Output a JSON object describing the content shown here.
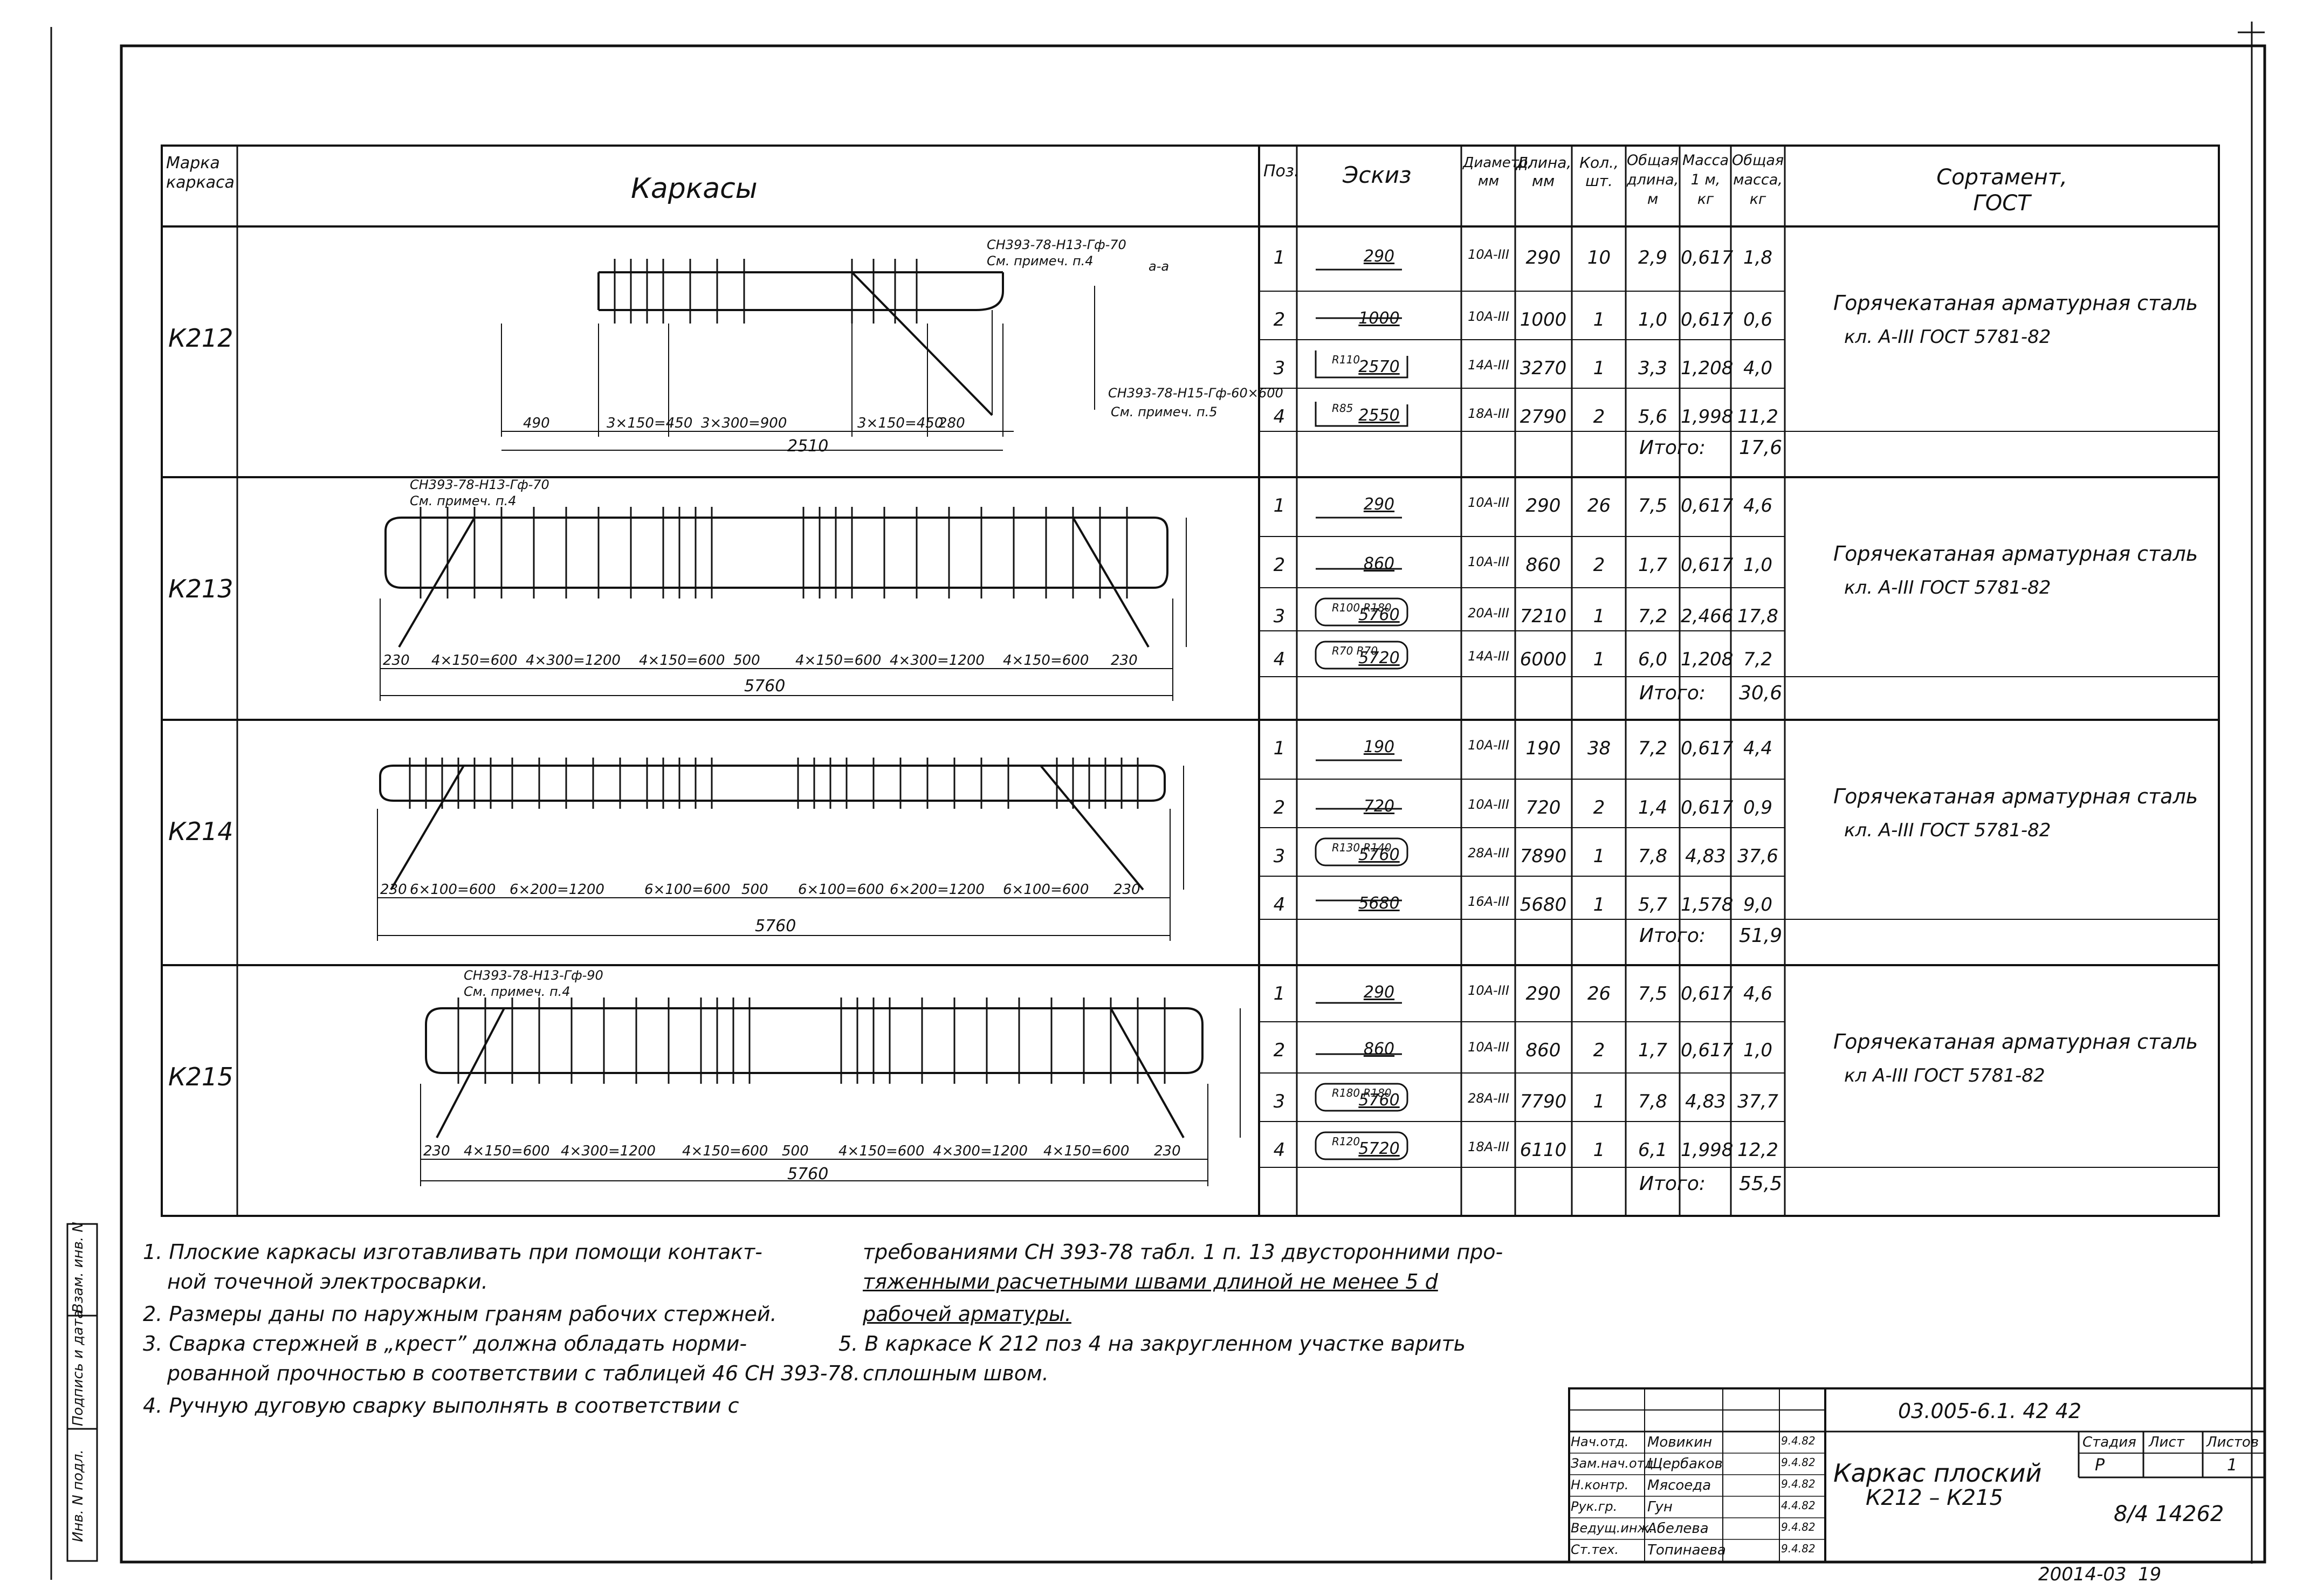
{
  "header": {
    "col_mark": [
      "Марка",
      "каркаса"
    ],
    "col_frames": "Каркасы",
    "col_pos": "Поз.",
    "col_sketch": "Эскиз",
    "col_diam": [
      "Диаметр,",
      "мм"
    ],
    "col_len": [
      "Длина,",
      "мм"
    ],
    "col_qty": [
      "Кол.,",
      "шт."
    ],
    "col_total_len": [
      "Общая",
      "длина,",
      "м"
    ],
    "col_mass": [
      "Масса",
      "1 м,",
      "кг"
    ],
    "col_total_mass": [
      "Общая",
      "масса,",
      "кг"
    ],
    "col_gost": [
      "Сортамент,",
      "ГОСТ"
    ]
  },
  "frames": [
    {
      "mark": "К212",
      "rows": [
        {
          "pos": "1",
          "sketch": "290",
          "diam": "10А-III",
          "len": "290",
          "qty": "10",
          "tl": "2,9",
          "m": "0,617",
          "tm": "1,8"
        },
        {
          "pos": "2",
          "sketch": "1000",
          "diam": "10А-III",
          "len": "1000",
          "qty": "1",
          "tl": "1,0",
          "m": "0,617",
          "tm": "0,6"
        },
        {
          "pos": "3",
          "sketch": "2570",
          "diam": "14А-III",
          "len": "3270",
          "qty": "1",
          "tl": "3,3",
          "m": "1,208",
          "tm": "4,0"
        },
        {
          "pos": "4",
          "sketch": "2550",
          "diam": "18А-III",
          "len": "2790",
          "qty": "2",
          "tl": "5,6",
          "m": "1,998",
          "tm": "11,2"
        }
      ],
      "total_label": "Итого:",
      "total": "17,6",
      "gost": [
        "Горячекатаная арматурная сталь",
        "кл. А-III ГОСТ 5781-82"
      ],
      "dims": [
        "490",
        "3×150=450",
        "3×300=900",
        "3×150=450",
        "280"
      ],
      "overall": "2510",
      "callouts": [
        "СН393-78-Н13-Гф-70",
        "См. примеч. п.4",
        "СН393-78-Н15-Гф-60×600",
        "См. примеч. п.5",
        "а-а"
      ],
      "sketch_notes": [
        "R110",
        "R85"
      ]
    },
    {
      "mark": "К213",
      "rows": [
        {
          "pos": "1",
          "sketch": "290",
          "diam": "10А-III",
          "len": "290",
          "qty": "26",
          "tl": "7,5",
          "m": "0,617",
          "tm": "4,6"
        },
        {
          "pos": "2",
          "sketch": "860",
          "diam": "10А-III",
          "len": "860",
          "qty": "2",
          "tl": "1,7",
          "m": "0,617",
          "tm": "1,0"
        },
        {
          "pos": "3",
          "sketch": "5760",
          "diam": "20А-III",
          "len": "7210",
          "qty": "1",
          "tl": "7,2",
          "m": "2,466",
          "tm": "17,8"
        },
        {
          "pos": "4",
          "sketch": "5720",
          "diam": "14А-III",
          "len": "6000",
          "qty": "1",
          "tl": "6,0",
          "m": "1,208",
          "tm": "7,2"
        }
      ],
      "total_label": "Итого:",
      "total": "30,6",
      "gost": [
        "Горячекатаная арматурная сталь",
        "кл. А-III ГОСТ 5781-82"
      ],
      "dims": [
        "230",
        "4×150=600",
        "4×300=1200",
        "4×150=600",
        "500",
        "4×150=600",
        "4×300=1200",
        "4×150=600",
        "230"
      ],
      "overall": "5760",
      "callouts": [
        "СН393-78-Н13-Гф-70",
        "См. примеч. п.4"
      ],
      "sketch_notes": [
        "R100 R180",
        "R70 R70"
      ]
    },
    {
      "mark": "К214",
      "rows": [
        {
          "pos": "1",
          "sketch": "190",
          "diam": "10А-III",
          "len": "190",
          "qty": "38",
          "tl": "7,2",
          "m": "0,617",
          "tm": "4,4"
        },
        {
          "pos": "2",
          "sketch": "720",
          "diam": "10А-III",
          "len": "720",
          "qty": "2",
          "tl": "1,4",
          "m": "0,617",
          "tm": "0,9"
        },
        {
          "pos": "3",
          "sketch": "5760",
          "diam": "28А-III",
          "len": "7890",
          "qty": "1",
          "tl": "7,8",
          "m": "4,83",
          "tm": "37,6"
        },
        {
          "pos": "4",
          "sketch": "5680",
          "diam": "16А-III",
          "len": "5680",
          "qty": "1",
          "tl": "5,7",
          "m": "1,578",
          "tm": "9,0"
        }
      ],
      "total_label": "Итого:",
      "total": "51,9",
      "gost": [
        "Горячекатаная арматурная сталь",
        "кл. А-III ГОСТ 5781-82"
      ],
      "dims": [
        "230",
        "6×100=600",
        "6×200=1200",
        "6×100=600",
        "500",
        "6×100=600",
        "6×200=1200",
        "6×100=600",
        "230"
      ],
      "overall": "5760",
      "callouts": [],
      "sketch_notes": [
        "R130 R140"
      ]
    },
    {
      "mark": "К215",
      "rows": [
        {
          "pos": "1",
          "sketch": "290",
          "diam": "10А-III",
          "len": "290",
          "qty": "26",
          "tl": "7,5",
          "m": "0,617",
          "tm": "4,6"
        },
        {
          "pos": "2",
          "sketch": "860",
          "diam": "10А-III",
          "len": "860",
          "qty": "2",
          "tl": "1,7",
          "m": "0,617",
          "tm": "1,0"
        },
        {
          "pos": "3",
          "sketch": "5760",
          "diam": "28А-III",
          "len": "7790",
          "qty": "1",
          "tl": "7,8",
          "m": "4,83",
          "tm": "37,7"
        },
        {
          "pos": "4",
          "sketch": "5720",
          "diam": "18А-III",
          "len": "6110",
          "qty": "1",
          "tl": "6,1",
          "m": "1,998",
          "tm": "12,2"
        }
      ],
      "total_label": "Итого:",
      "total": "55,5",
      "gost": [
        "Горячекатаная арматурная сталь",
        "кл А-III ГОСТ 5781-82"
      ],
      "dims": [
        "230",
        "4×150=600",
        "4×300=1200",
        "4×150=600",
        "500",
        "4×150=600",
        "4×300=1200",
        "4×150=600",
        "230"
      ],
      "overall": "5760",
      "callouts": [
        "СН393-78-Н13-Гф-90",
        "См. примеч. п.4"
      ],
      "sketch_notes": [
        "R180 R180",
        "R120"
      ]
    }
  ],
  "notes": [
    "1. Плоские каркасы изготавливать при помощи контакт-",
    "ной точечной электросварки.",
    "2. Размеры даны по наружным граням рабочих стержней.",
    "3. Сварка стержней в „крест” должна обладать норми-",
    "рованной прочностью в соответствии с таблицей 46 СН 393-78.",
    "4. Ручную дуговую сварку выполнять в соответствии с",
    "требованиями СН 393-78 табл. 1 п. 13 двусторонними про-",
    "тяженными расчетными швами длиной не менее 5 d",
    "рабочей арматуры.",
    "5. В каркасе К 212 поз 4 на закругленном участке варить",
    "сплошным швом."
  ],
  "side_stamp": [
    "Инв. N подл.",
    "Подпись и дата",
    "Взам. инв. N"
  ],
  "title_block": {
    "code": "03.005-6.1. 42  42",
    "roles": [
      "Нач.отд.",
      "Зам.нач.отд",
      "Н.контр.",
      "Рук.гр.",
      "Ведущ.инж.",
      "Ст.тех."
    ],
    "names": [
      "Мовикин",
      "Щербаков",
      "Мясоеда",
      "Гун",
      "Абелева",
      "Топинаева"
    ],
    "dates": [
      "9.4.82",
      "9.4.82",
      "9.4.82",
      "4.4.82",
      "9.4.82",
      "9.4.82"
    ],
    "title": [
      "Каркас плоский",
      "К212 – К215"
    ],
    "stage_label": "Стадия",
    "sheet_label": "Лист",
    "sheets_label": "Листов",
    "stage": "Р",
    "sheets": "1",
    "archive": "8/4 14262",
    "bottom_code": "20014-03",
    "bottom_page": "19"
  }
}
